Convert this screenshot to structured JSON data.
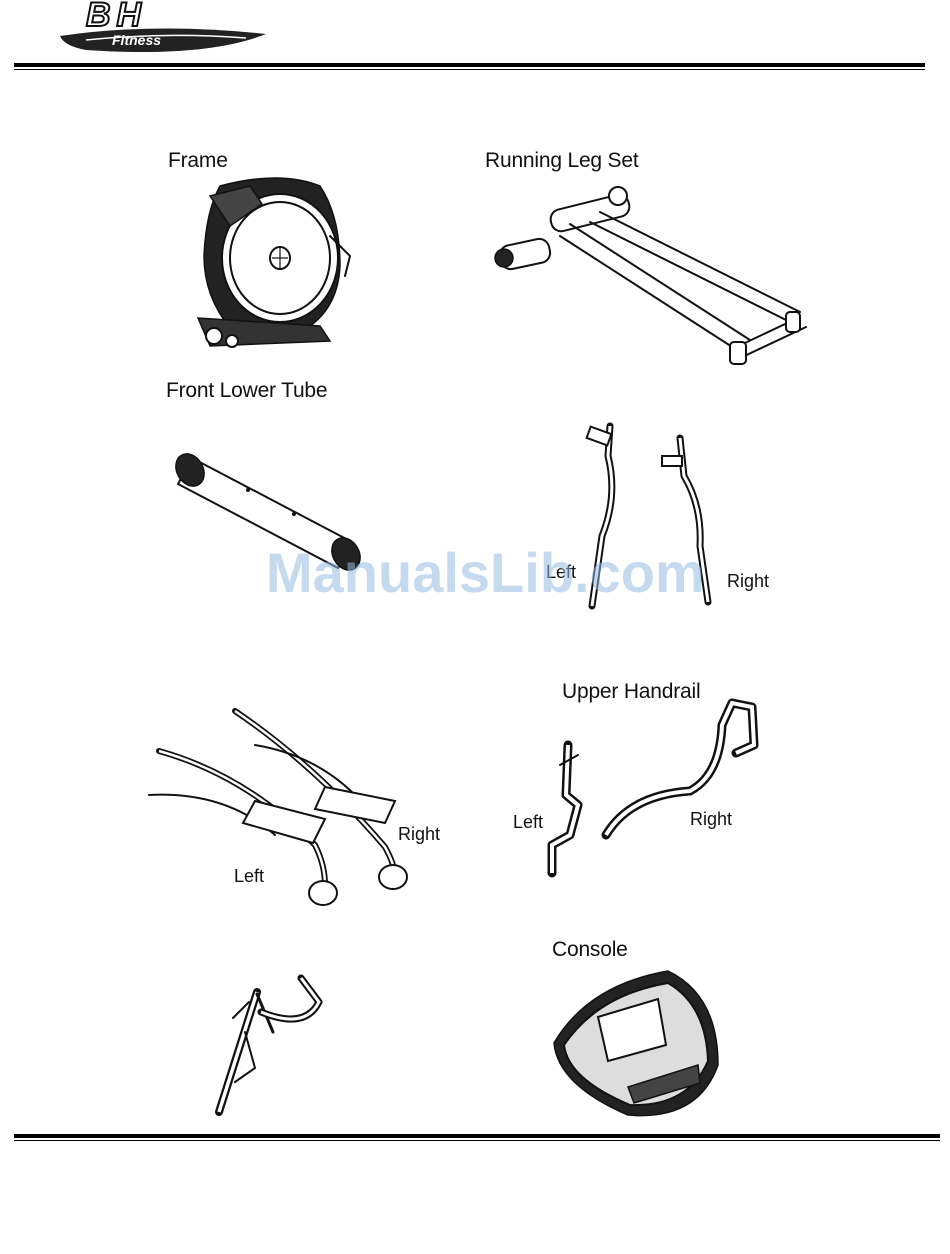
{
  "header": {
    "logo_text": "BH",
    "logo_subtext": "Fitness"
  },
  "parts": {
    "frame": "Frame",
    "running_leg_set": "Running Leg Set",
    "front_lower_tube": "Front Lower Tube",
    "upper_handrail": "Upper Handrail",
    "console": "Console"
  },
  "side_labels": {
    "handlebar_left": "Left",
    "handlebar_right": "Right",
    "pedal_right": "Right",
    "pedal_left": "Left",
    "handrail_left": "Left",
    "handrail_right": "Right"
  },
  "watermark": "ManualsLib.com"
}
